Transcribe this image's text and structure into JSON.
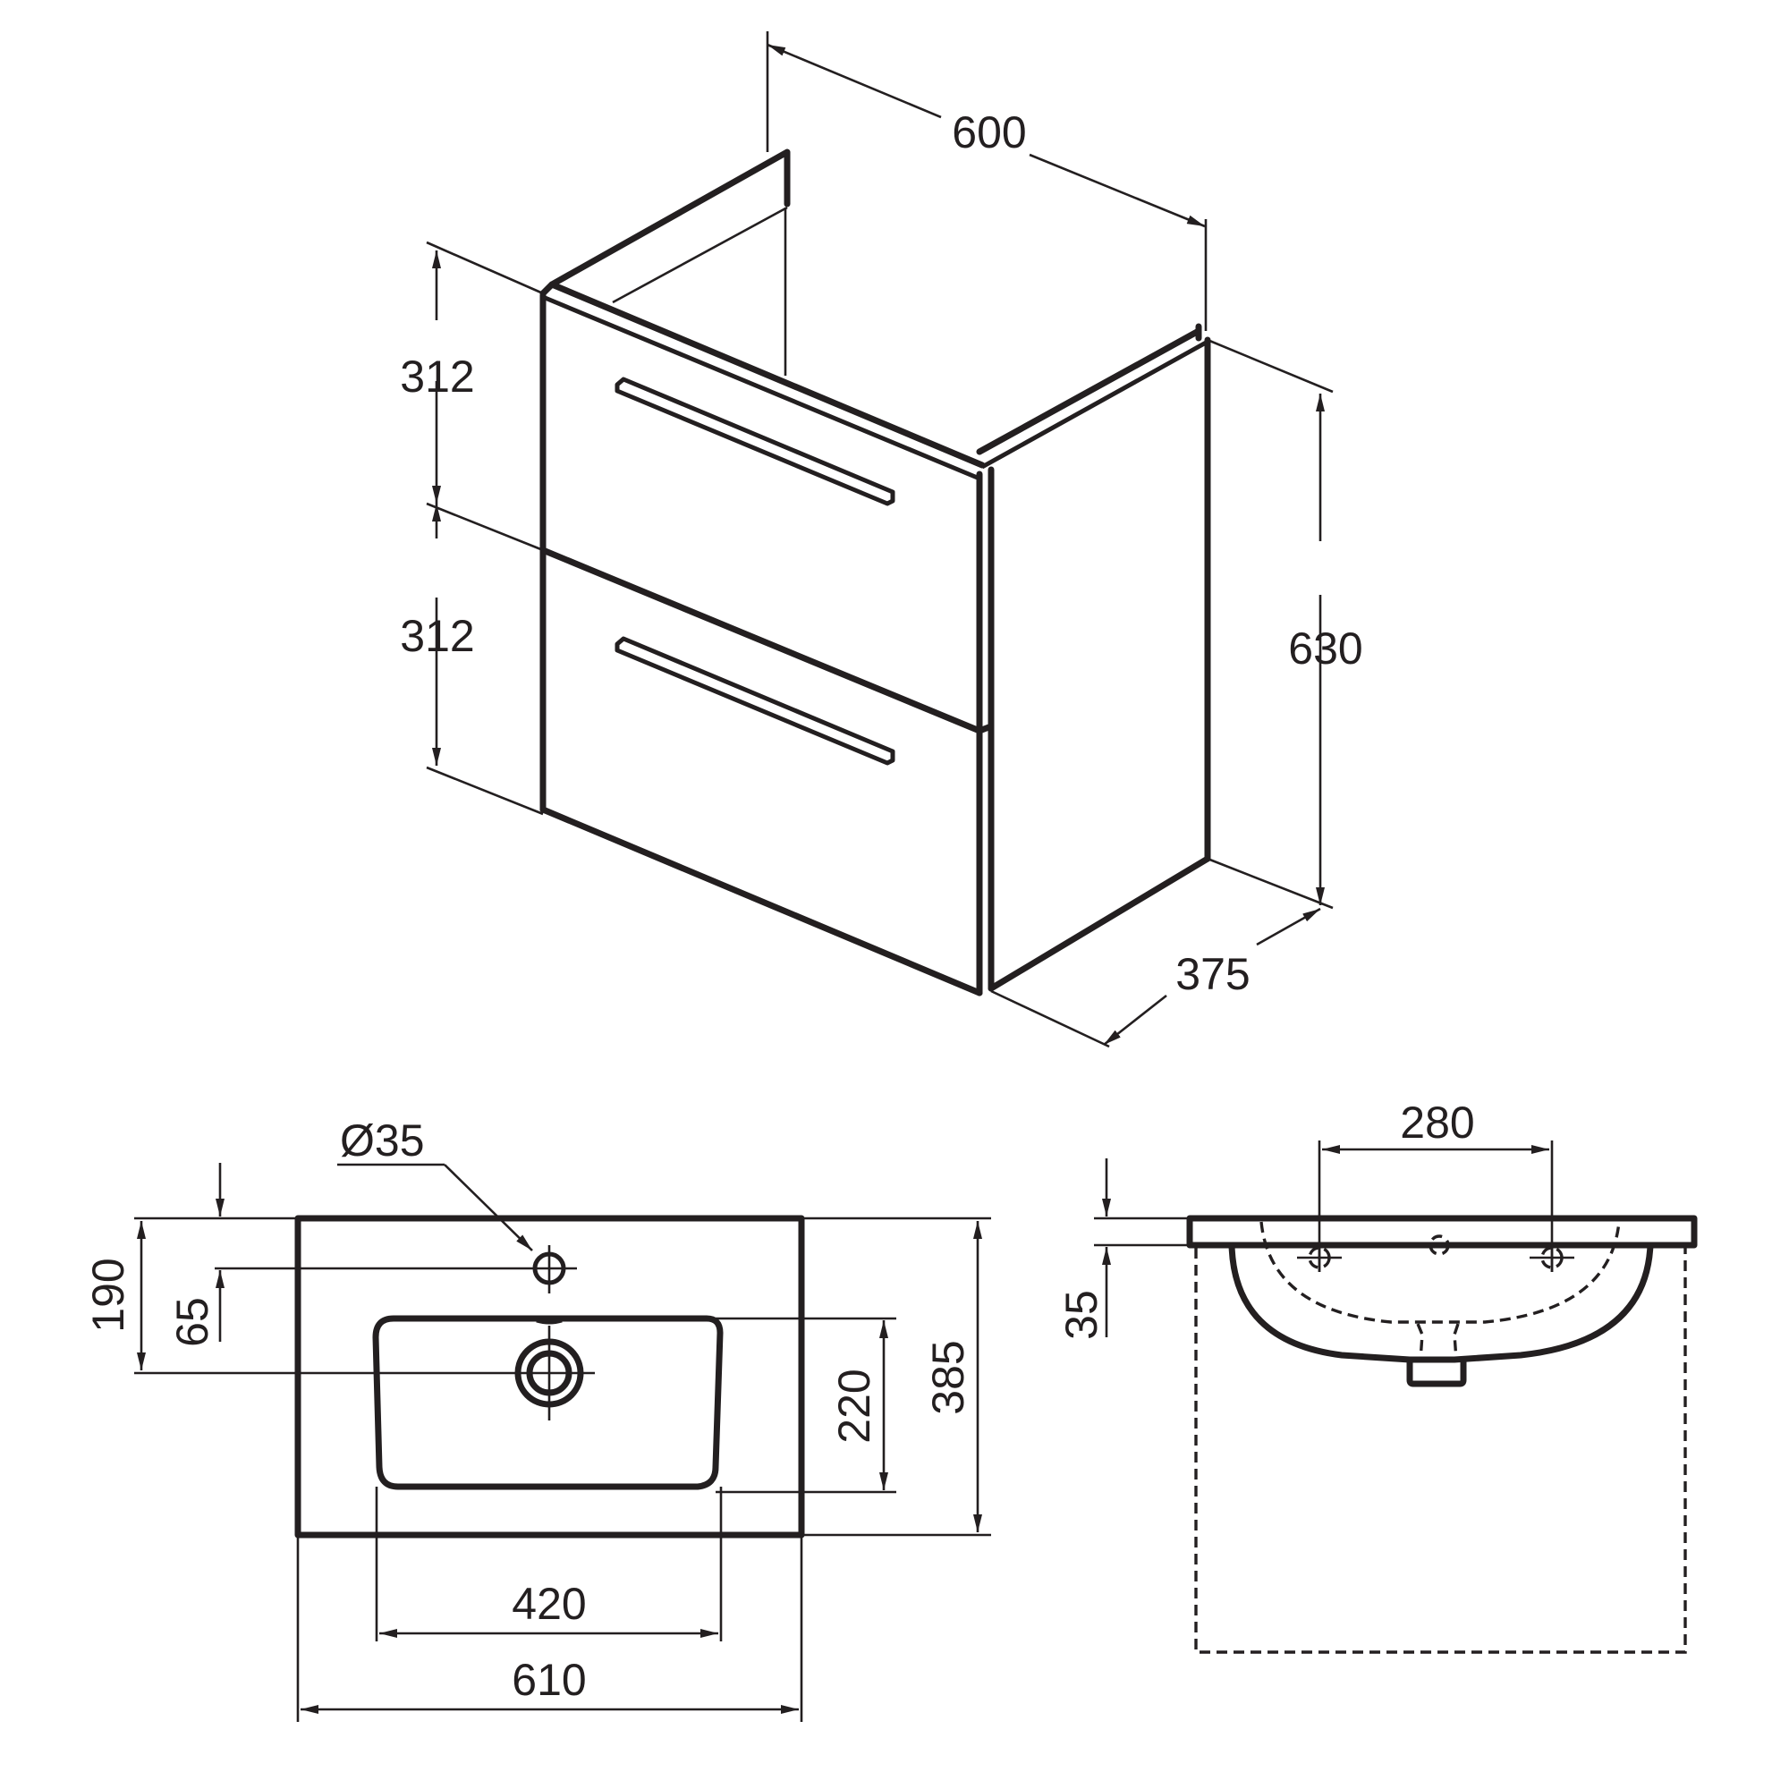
{
  "views": {
    "isometric_cabinet": {
      "label": "Vanity unit isometric view",
      "dimensions": {
        "width": "600",
        "drawer_top_height": "312",
        "drawer_bottom_height": "312",
        "total_height": "630",
        "depth": "375"
      }
    },
    "basin_top_view": {
      "label": "Basin plan view",
      "dimensions": {
        "tap_hole_diameter": "Ø35",
        "tap_hole_offset": "65",
        "waste_offset": "190",
        "bowl_depth": "220",
        "overall_depth": "385",
        "bowl_width": "420",
        "overall_width": "610"
      }
    },
    "basin_front_view": {
      "label": "Basin front elevation with cabinet outline",
      "dimensions": {
        "fixing_centres": "280",
        "rim_thickness": "35"
      }
    }
  },
  "colors": {
    "line": "#231f20",
    "background": "#ffffff"
  }
}
